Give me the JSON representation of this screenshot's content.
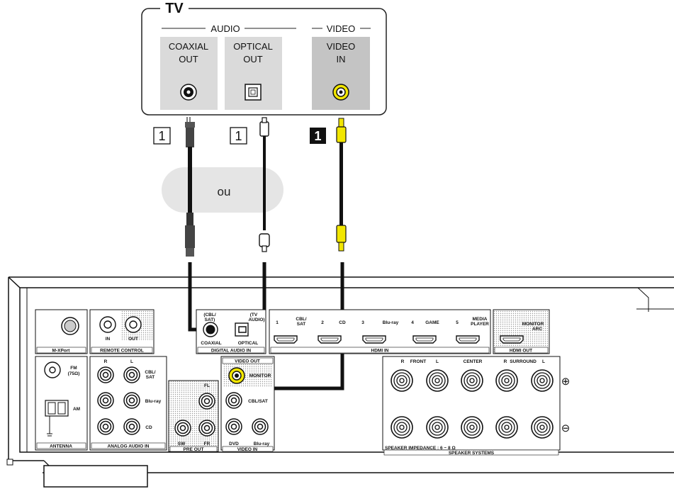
{
  "tv": {
    "title": "TV",
    "audio_label": "AUDIO",
    "video_label": "VIDEO",
    "coaxial_line1": "COAXIAL",
    "coaxial_line2": "OUT",
    "optical_line1": "OPTICAL",
    "optical_line2": "OUT",
    "video_line1": "VIDEO",
    "video_line2": "IN"
  },
  "steps": {
    "coaxial": "1",
    "optical": "1",
    "video": "1"
  },
  "or_label": "ou",
  "receiver": {
    "mxport": "M-XPort",
    "remote_control": "REMOTE CONTROL",
    "remote_in": "IN",
    "remote_out": "OUT",
    "digital_cbl_line1": "(CBL/",
    "digital_cbl_line2": "SAT)",
    "digital_tv_line1": "(TV",
    "digital_tv_line2": "AUDIO)",
    "coaxial": "COAXIAL",
    "optical": "OPTICAL",
    "digital_audio_in": "DIGITAL AUDIO IN",
    "hdmi_in": "HDMI IN",
    "hdmi_labels": [
      "1",
      "CBL/ SAT",
      "2",
      "CD",
      "3",
      "Blu-ray",
      "4",
      "GAME",
      "5",
      "MEDIA PLAYER"
    ],
    "monitor_arc_line1": "MONITOR",
    "monitor_arc_line2": "ARC",
    "hdmi_out": "HDMI OUT",
    "fm_line1": "FM",
    "fm_line2": "(75Ω)",
    "am": "AM",
    "antenna": "ANTENNA",
    "analog_r": "R",
    "analog_l": "L",
    "analog_cblsat_line1": "CBL/",
    "analog_cblsat_line2": "SAT",
    "analog_bluray": "Blu-ray",
    "analog_cd": "CD",
    "analog_audio_in": "ANALOG AUDIO IN",
    "pre_fl": "FL",
    "pre_sw": "SW",
    "pre_fr": "FR",
    "pre_out": "PRE OUT",
    "video_out": "VIDEO OUT",
    "monitor": "MONITOR",
    "video_cblsat": "CBL/SAT",
    "video_dvd": "DVD",
    "video_bluray": "Blu-ray",
    "video_in": "VIDEO IN",
    "spk_r1": "R",
    "spk_front": "FRONT",
    "spk_l1": "L",
    "spk_center": "CENTER",
    "spk_r2": "R",
    "spk_surround": "SURROUND",
    "spk_l2": "L",
    "plus": "⊕",
    "minus": "⊖",
    "impedance": "SPEAKER IMPEDANCE : 6 ~ 8 Ω",
    "speaker_systems": "SPEAKER SYSTEMS"
  },
  "colors": {
    "video_plug": "#f2e600",
    "panel_gray": "#d9d9d9",
    "bubble": "#e6e6e6",
    "cable": "#111111"
  }
}
